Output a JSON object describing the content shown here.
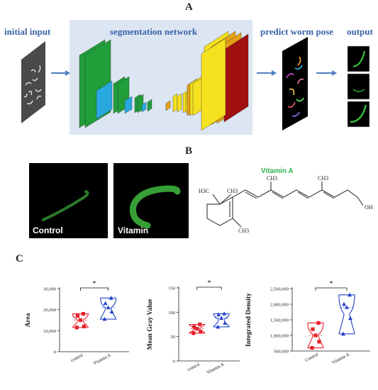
{
  "panels": {
    "a": "A",
    "b": "B",
    "c": "C"
  },
  "panel_a": {
    "initial_input": "initial input",
    "segmentation_network": "segmentation network",
    "predict_pose": "predict worm pose",
    "output": "output"
  },
  "panel_b": {
    "control_label": "Control",
    "vitamin_label": "Vitamin",
    "molecule_title": "Vitamin A",
    "molecule_atoms": [
      "H3C",
      "CH3",
      "CH3",
      "CH3",
      "CH3",
      "OH"
    ]
  },
  "colors": {
    "unet_green": "#1f9e3a",
    "unet_blue": "#29a8e0",
    "unet_yellow": "#f5e11f",
    "unet_orange": "#e5a216",
    "unet_darkred": "#a01010",
    "control_color": "#e8202a",
    "vitamin_color": "#2343c8",
    "arrow_blue": "#4f7fc0"
  },
  "chart_data": [
    {
      "type": "violin",
      "ylabel": "Area",
      "categories": [
        "control",
        "Vitamin A"
      ],
      "ylim": [
        0,
        30000
      ],
      "yticks": [
        "0",
        "10,000",
        "20,000",
        "30,000"
      ],
      "series": [
        {
          "name": "control",
          "marker": "square",
          "values": [
            11500,
            12000,
            15000,
            17000,
            18000
          ]
        },
        {
          "name": "Vitamin A",
          "marker": "triangle",
          "values": [
            15500,
            19000,
            21000,
            23000,
            25500
          ]
        }
      ],
      "significance": "*"
    },
    {
      "type": "violin",
      "ylabel": "Mean Gray Value",
      "categories": [
        "control",
        "Vitamin A"
      ],
      "ylim": [
        0,
        150
      ],
      "yticks": [
        "0",
        "50",
        "100",
        "150"
      ],
      "series": [
        {
          "name": "control",
          "marker": "square",
          "values": [
            57,
            60,
            66,
            70,
            75
          ]
        },
        {
          "name": "Vitamin A",
          "marker": "triangle",
          "values": [
            70,
            78,
            88,
            95,
            97
          ]
        }
      ],
      "significance": "*"
    },
    {
      "type": "violin",
      "ylabel": "Integrated Density",
      "categories": [
        "Control",
        "Vitamin A"
      ],
      "ylim": [
        500000,
        2500000
      ],
      "yticks": [
        "500,000",
        "1,000,000",
        "1,500,000",
        "2,000,000",
        "2,500,000"
      ],
      "series": [
        {
          "name": "Control",
          "marker": "square",
          "values": [
            600000,
            800000,
            1000000,
            1200000,
            1400000
          ]
        },
        {
          "name": "Vitamin A",
          "marker": "triangle",
          "values": [
            1050000,
            1550000,
            1900000,
            2000000,
            2300000
          ]
        }
      ],
      "significance": "*"
    }
  ]
}
